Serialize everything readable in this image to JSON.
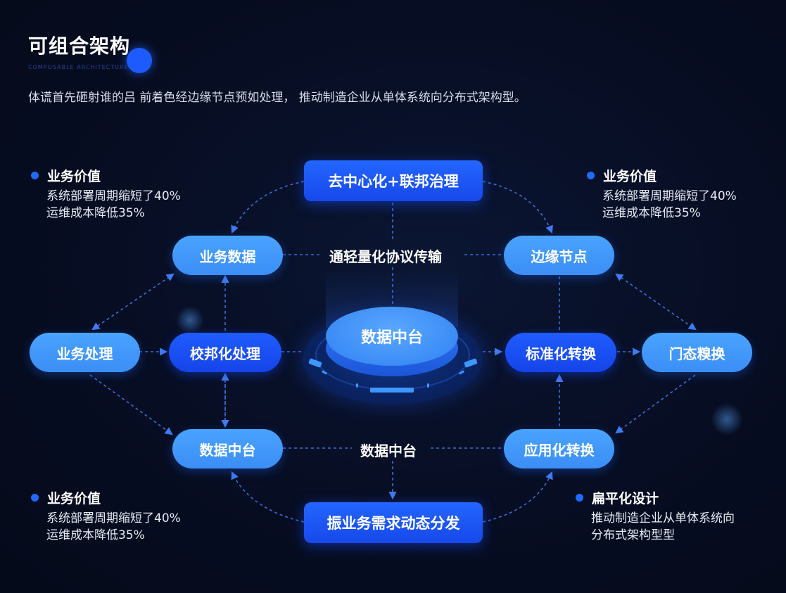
{
  "header": {
    "title": "可组合架构",
    "subtitle": "COMPOSABLE ARCHITECTURE",
    "description": "体谎首先砸射谁的吕 前着色经边缘节点预如处理， 推动制造企业从单体系统向分布式架构型。"
  },
  "colors": {
    "background": "#070d22",
    "accent_blue": "#1f5cff",
    "light_blue": "#4aa3ff",
    "connector": "#3a6fd8",
    "text": "#ffffff"
  },
  "diagram": {
    "top_box": "去中心化+联邦治理",
    "bottom_box": "振业务需求动态分发",
    "center_top_label": "通轻量化协议传输",
    "center_bottom_label": "数据中台",
    "center_disc": "数据中台",
    "nodes": {
      "business_data": "业务数据",
      "business_processing": "业务处理",
      "federated_processing": "校邦化处理",
      "data_platform_left": "数据中台",
      "edge_node": "边缘节点",
      "standard_conversion": "标准化转换",
      "dynamic_conversion": "门态糗换",
      "application_conversion": "应用化转换"
    }
  },
  "info_blocks": [
    {
      "title": "业务价值",
      "lines": [
        "系统部署周期缩短了40%",
        "运维成本降低35%"
      ]
    },
    {
      "title": "业务价值",
      "lines": [
        "系统部署周期缩短了40%",
        "运维成本降低35%"
      ]
    },
    {
      "title": "业务价值",
      "lines": [
        "系统部署周期缩短了40%",
        "运维成本降低35%"
      ]
    },
    {
      "title": "扁平化设计",
      "lines": [
        "推动制造企业从单体系统向",
        "分布式架构型型"
      ]
    }
  ]
}
